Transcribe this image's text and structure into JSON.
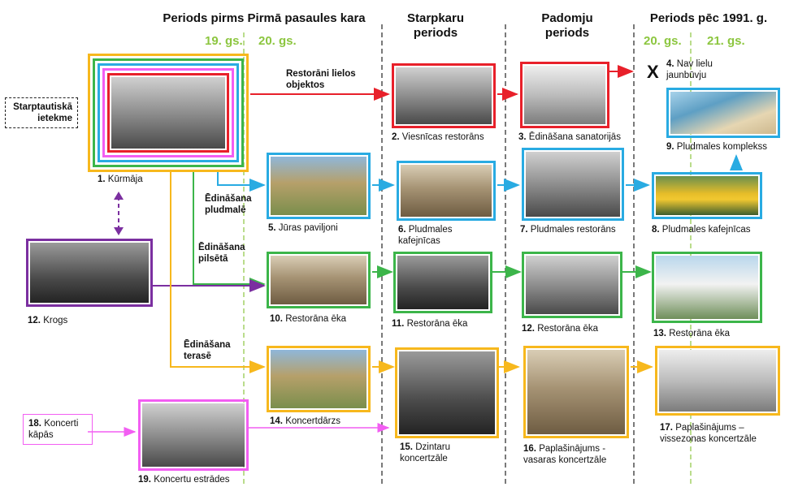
{
  "headers": {
    "pre_war": "Periods pirms Pirmā pasaules kara",
    "interwar": "Starpkaru periods",
    "soviet": "Padomju periods",
    "post_1991": "Periods pēc 1991. g."
  },
  "centuries": {
    "c19": "19. gs.",
    "c20a": "20. gs.",
    "c20b": "20. gs.",
    "c21": "21. gs."
  },
  "side_box": "Starptautiskā ietekme",
  "arrow_labels": {
    "restaurants": "Restorāni lielos objektos",
    "beach": "Ēdināšana pludmalē",
    "city": "Ēdināšana pilsētā",
    "terrace": "Ēdināšana terasē"
  },
  "no_new_mark": "X",
  "items": {
    "i1": {
      "num": "1.",
      "text": "Kūrmāja"
    },
    "i2": {
      "num": "2.",
      "text": "Viesnīcas restorāns"
    },
    "i3": {
      "num": "3.",
      "text": "Ēdināšana sanatorijās"
    },
    "i4": {
      "num": "4.",
      "text": "Nav lielu jaunbūvju"
    },
    "i5": {
      "num": "5.",
      "text": "Jūras paviljoni"
    },
    "i6": {
      "num": "6.",
      "text": "Pludmales kafejnīcas"
    },
    "i7": {
      "num": "7.",
      "text": "Pludmales restorāns"
    },
    "i8": {
      "num": "8.",
      "text": "Pludmales kafejnīcas"
    },
    "i9": {
      "num": "9.",
      "text": "Pludmales komplekss"
    },
    "i10": {
      "num": "10.",
      "text": "Restorāna ēka"
    },
    "i11": {
      "num": "11.",
      "text": "Restorāna ēka"
    },
    "i12a": {
      "num": "12.",
      "text": "Restorāna ēka"
    },
    "i12b": {
      "num": "12.",
      "text": "Krogs"
    },
    "i13": {
      "num": "13.",
      "text": "Restorāna ēka"
    },
    "i14": {
      "num": "14.",
      "text": "Koncertdārzs"
    },
    "i15": {
      "num": "15.",
      "text": "Dzintaru koncertzāle"
    },
    "i16": {
      "num": "16.",
      "text": "Paplašinājums - vasaras koncertzāle"
    },
    "i17": {
      "num": "17.",
      "text": "Paplašinājums – vissezonas koncertzāle"
    },
    "i18": {
      "num": "18.",
      "text": "Koncerti kāpās"
    },
    "i19": {
      "num": "19.",
      "text": "Koncertu estrādes"
    }
  },
  "colors": {
    "red": "#e8202a",
    "blue": "#29abe2",
    "green": "#3cb54a",
    "yellow": "#f7b81d",
    "purple": "#7b2fa0",
    "pink": "#f25ef2",
    "century_green": "#8cc63f"
  }
}
